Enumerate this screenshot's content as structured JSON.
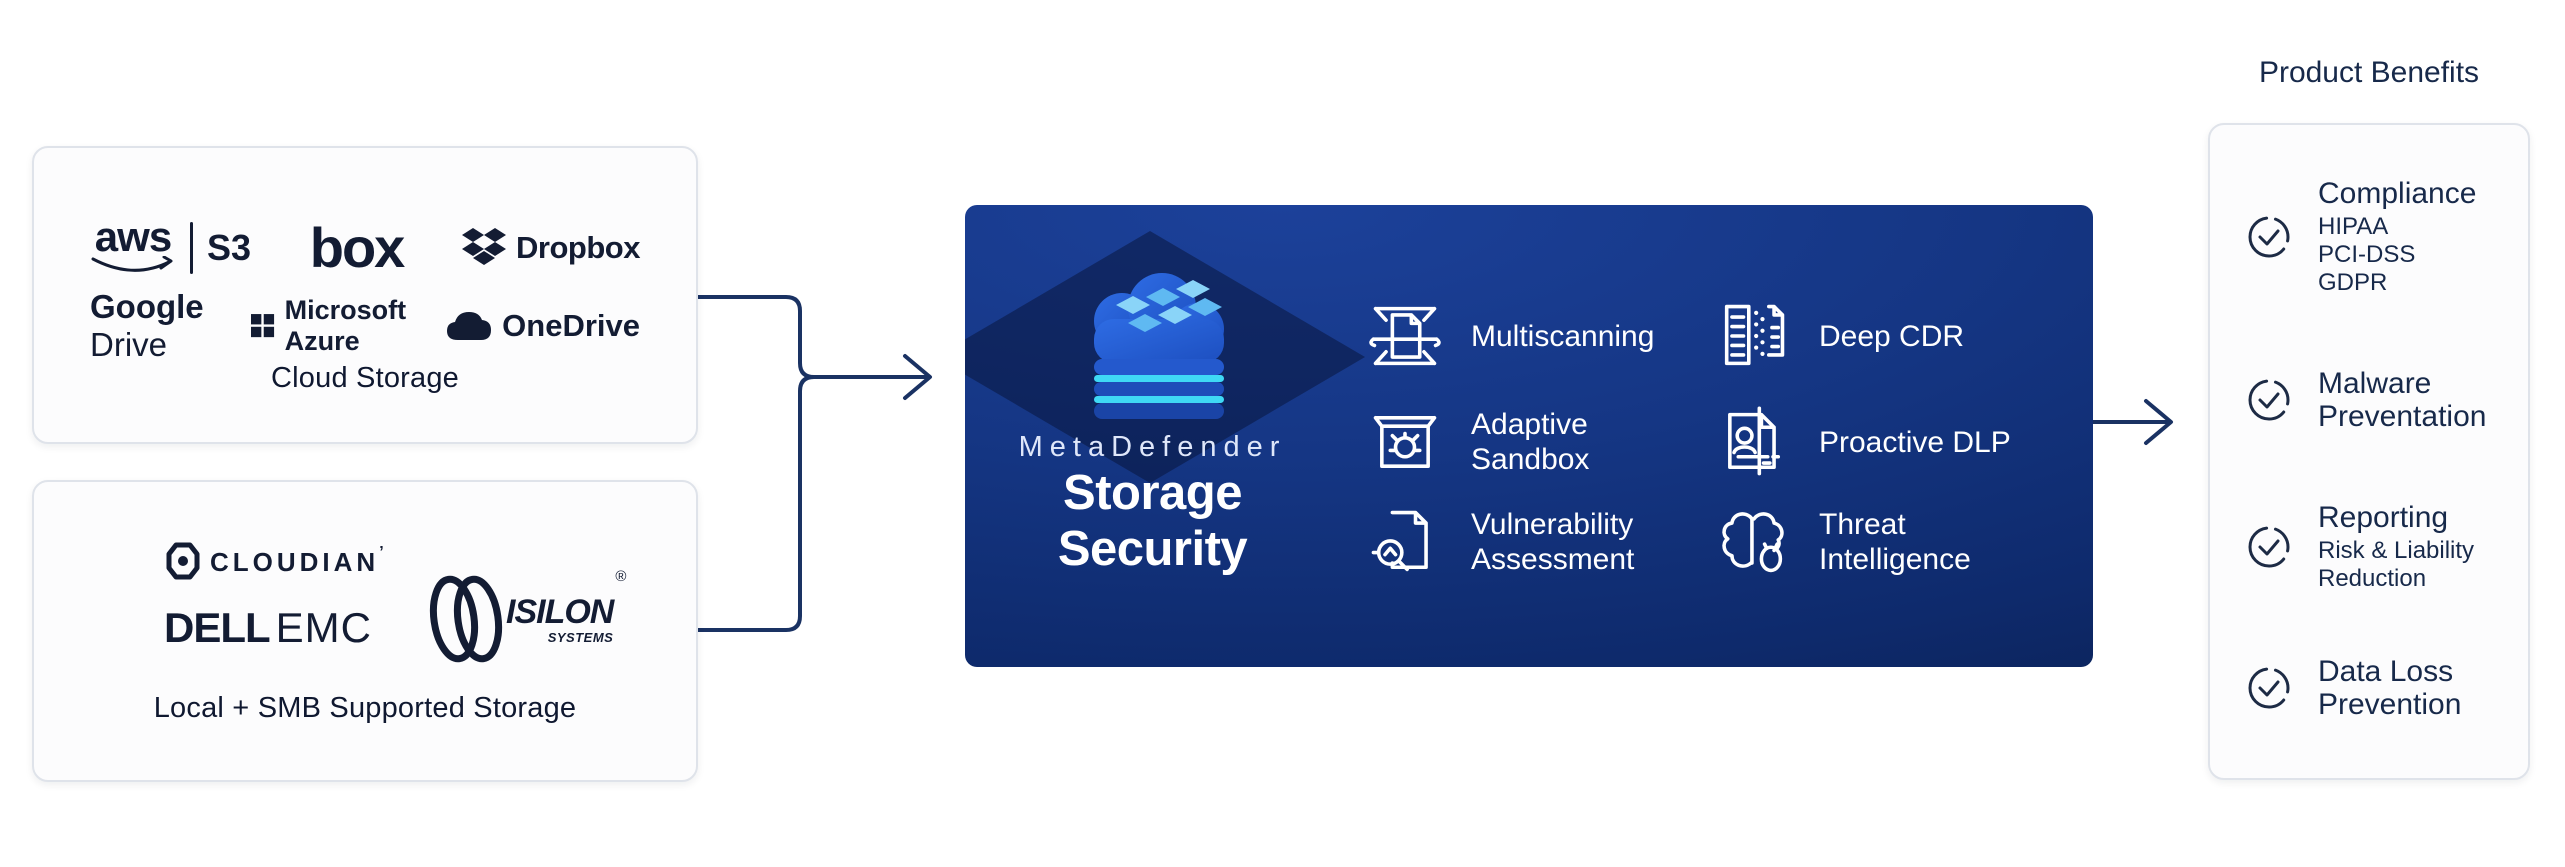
{
  "colors": {
    "background": "#ffffff",
    "connector_navy": "#1a3263",
    "card_background": "#fcfcfd",
    "card_border": "#dfe3ea",
    "center_gradient_light": "#1c419a",
    "center_gradient_dark": "#0b2257",
    "diamond_overlay": "#0a1c46",
    "text_navy": "#17294a",
    "logo_navy": "#131c33",
    "feature_text": "#ffffff",
    "logo_cloud_blue": "#2b66dd",
    "logo_cyan": "#3fd9f5",
    "logo_tile_blue": "#7fd0f7"
  },
  "left": {
    "cloud_card": {
      "caption": "Cloud Storage",
      "aws": {
        "text": "aws",
        "s3": "S3"
      },
      "box": {
        "text": "box"
      },
      "dropbox": {
        "text": "Dropbox"
      },
      "google_drive": {
        "word1": "Google",
        "word2": "Drive"
      },
      "azure": {
        "text": "Microsoft Azure"
      },
      "onedrive": {
        "text": "OneDrive"
      }
    },
    "local_card": {
      "caption": "Local + SMB Supported Storage",
      "cloudian": {
        "text": "CLOUDIAN",
        "mark": "’"
      },
      "dellemc": {
        "dell": "DELL",
        "emc": "EMC"
      },
      "isilon": {
        "text": "ISILON",
        "sub": "SYSTEMS",
        "reg": "®"
      }
    }
  },
  "center": {
    "brand": {
      "line1": "MetaDefender",
      "line2": "Storage Security"
    },
    "features": [
      {
        "label": "Multiscanning",
        "icon": "multiscanning-icon"
      },
      {
        "label": "Adaptive Sandbox",
        "icon": "adaptive-sandbox-icon"
      },
      {
        "label": "Vulnerability Assessment",
        "icon": "vulnerability-assessment-icon"
      },
      {
        "label": "Deep CDR",
        "icon": "deep-cdr-icon"
      },
      {
        "label": "Proactive DLP",
        "icon": "proactive-dlp-icon"
      },
      {
        "label": "Threat Intelligence",
        "icon": "threat-intelligence-icon"
      }
    ]
  },
  "benefits": {
    "title": "Product Benefits",
    "items": [
      {
        "title": "Compliance",
        "details": [
          "HIPAA",
          "PCI-DSS",
          "GDPR"
        ]
      },
      {
        "title": "Malware Preventation",
        "details": []
      },
      {
        "title": "Reporting",
        "details": [
          "Risk & Liability Reduction"
        ]
      },
      {
        "title": "Data Loss Prevention",
        "details": []
      }
    ]
  }
}
